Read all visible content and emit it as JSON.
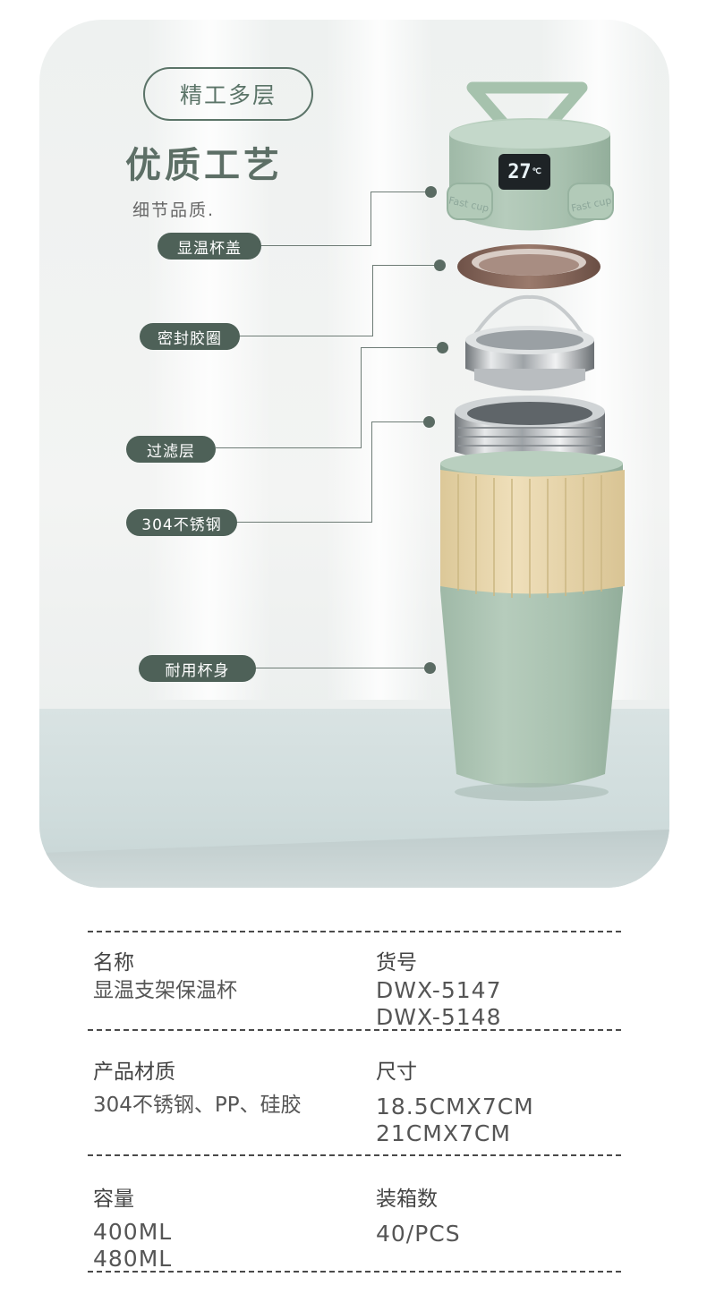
{
  "hero": {
    "tag": "精工多层",
    "title": "优质工艺",
    "subtitle": "细节品质.",
    "display_temp": "27",
    "display_unit": "℃",
    "lid_brand_left": "Fast cup",
    "lid_brand_right": "Fast cup",
    "labels": {
      "lid": "显温杯盖",
      "seal": "密封胶圈",
      "filter": "过滤层",
      "steel": "304不锈钢",
      "body": "耐用杯身"
    }
  },
  "colors": {
    "accent": "#4e6158",
    "cup_green": "#a9c2b0",
    "sleeve": "#ead9b0",
    "seal": "#8a6a5e"
  },
  "specs": {
    "name_key": "名称",
    "name_val": "显温支架保温杯",
    "sku_key": "货号",
    "sku_val_1": "DWX-5147",
    "sku_val_2": "DWX-5148",
    "material_key": "产品材质",
    "material_val": "304不锈钢、PP、硅胶",
    "size_key": "尺寸",
    "size_val_1": "18.5CMX7CM",
    "size_val_2": "21CMX7CM",
    "capacity_key": "容量",
    "capacity_val_1": "400ML",
    "capacity_val_2": "480ML",
    "pack_key": "装箱数",
    "pack_val": "40/PCS"
  }
}
